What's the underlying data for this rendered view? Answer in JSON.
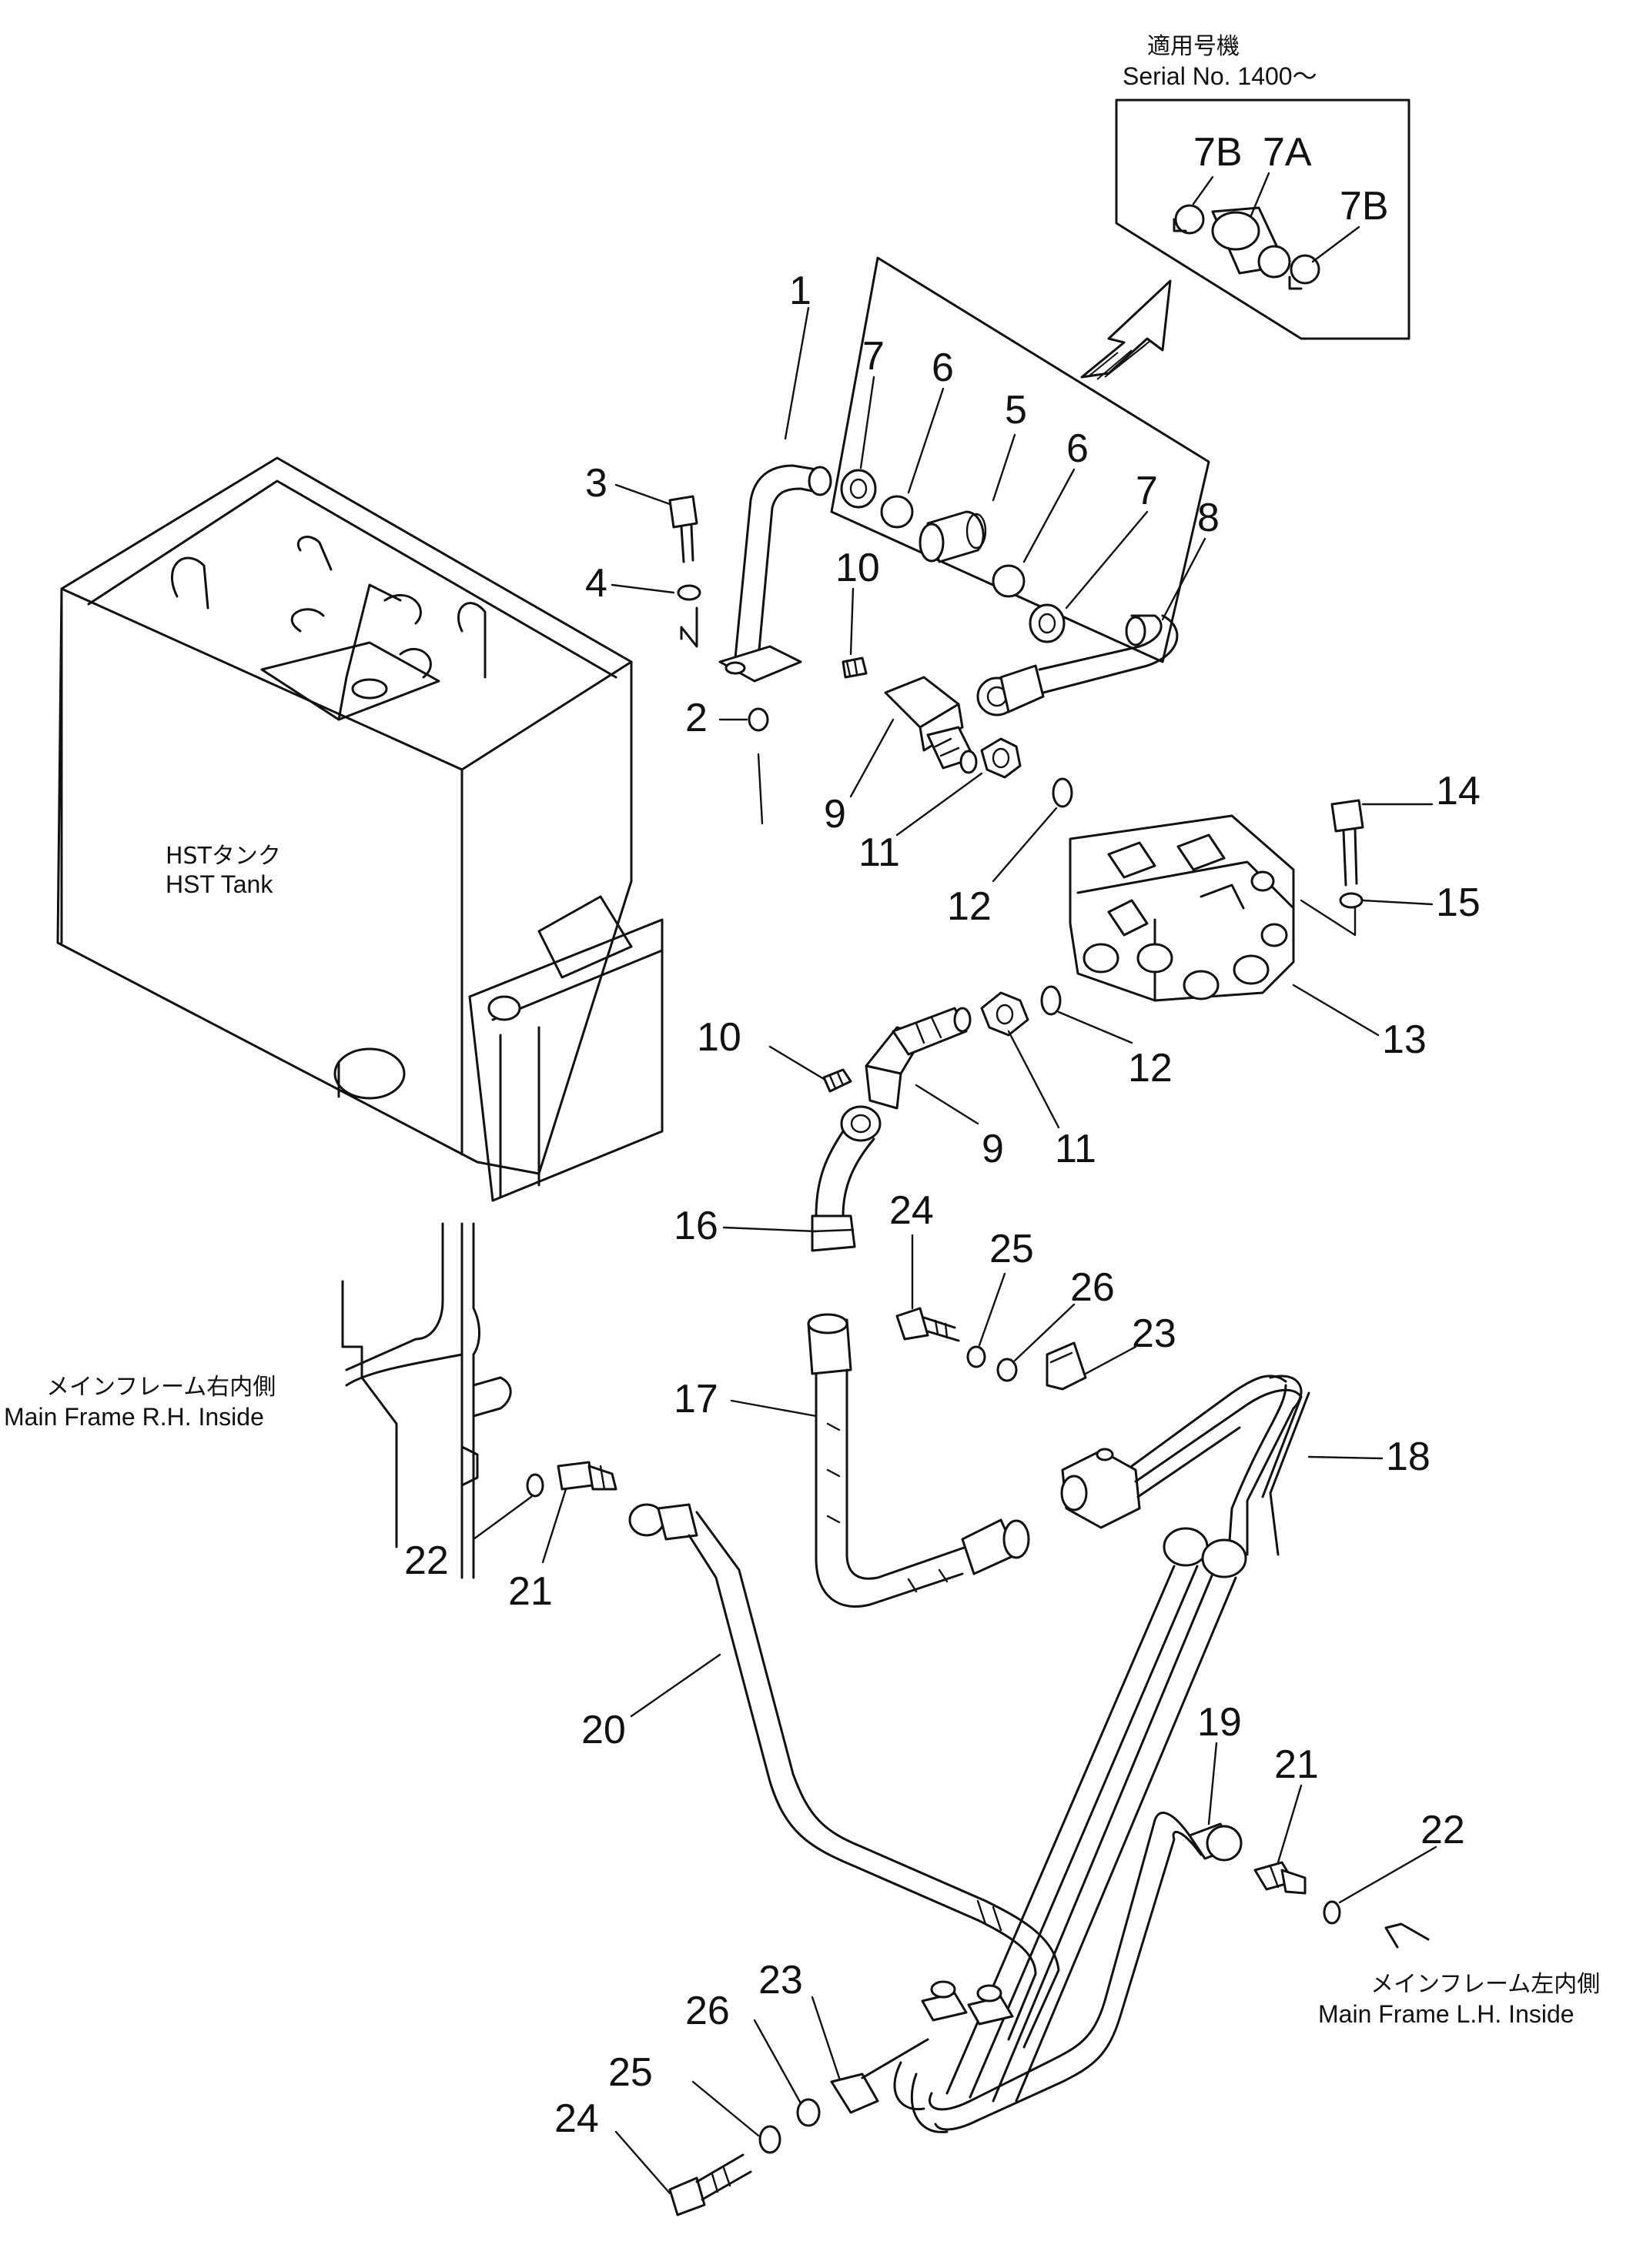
{
  "captions": {
    "serial_jp": "適用号機",
    "serial_en": "Serial No. 1400～",
    "tank_jp": "HSTタンク",
    "tank_en": "HST Tank",
    "frame_rh_jp": "メインフレーム右内側",
    "frame_rh_en": "Main Frame R.H. Inside",
    "frame_lh_jp": "メインフレーム左内側",
    "frame_lh_en": "Main Frame L.H. Inside"
  },
  "callouts": {
    "c1": "1",
    "c2": "2",
    "c3": "3",
    "c4": "4",
    "c5": "5",
    "c6a": "6",
    "c6b": "6",
    "c7a": "7",
    "c7b": "7",
    "c7A": "7A",
    "c7Ba": "7B",
    "c7Bb": "7B",
    "c8": "8",
    "c9a": "9",
    "c9b": "9",
    "c10a": "10",
    "c10b": "10",
    "c11a": "11",
    "c11b": "11",
    "c12a": "12",
    "c12b": "12",
    "c13": "13",
    "c14": "14",
    "c15": "15",
    "c16": "16",
    "c17": "17",
    "c18": "18",
    "c19": "19",
    "c20": "20",
    "c21a": "21",
    "c21b": "21",
    "c22a": "22",
    "c22b": "22",
    "c23a": "23",
    "c23b": "23",
    "c24a": "24",
    "c24b": "24",
    "c25a": "25",
    "c25b": "25",
    "c26a": "26",
    "c26b": "26"
  }
}
